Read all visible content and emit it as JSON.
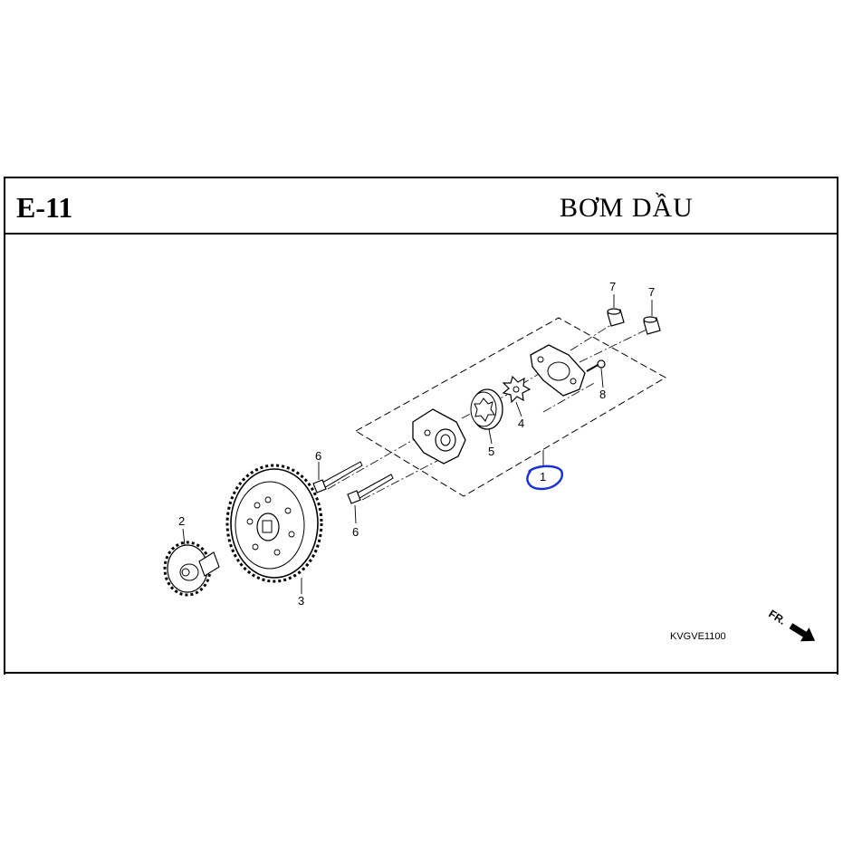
{
  "header": {
    "code": "E-11",
    "title": "BƠM DẦU"
  },
  "diagram": {
    "callouts": [
      "1",
      "2",
      "3",
      "4",
      "5",
      "6",
      "6",
      "7",
      "7",
      "8"
    ],
    "ref_code": "KVGVE1100",
    "direction_label": "FR.",
    "highlight_color": "#1a2fd6"
  }
}
